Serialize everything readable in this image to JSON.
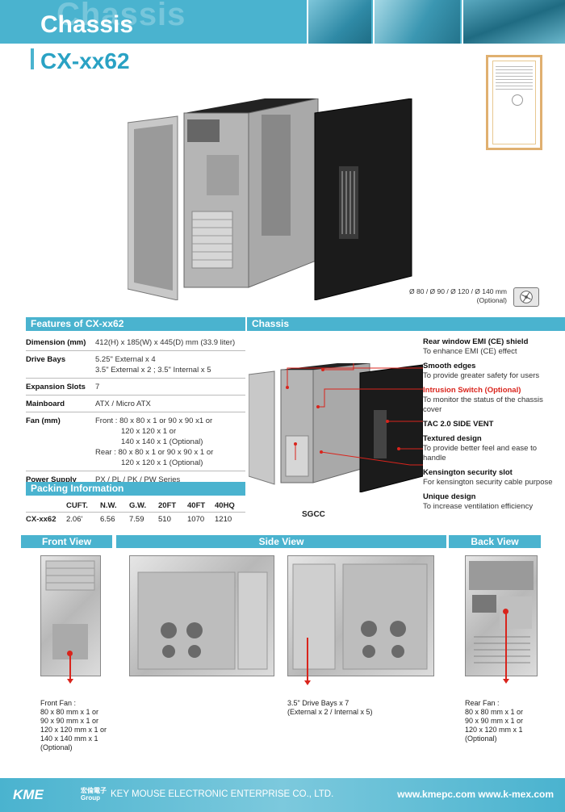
{
  "header": {
    "ghost_text": "Chassis",
    "title": "Chassis",
    "model": "CX-xx62"
  },
  "fan_size": {
    "line1": "Ø 80 / Ø 90 / Ø 120 / Ø 140 mm",
    "line2": "(Optional)"
  },
  "features": {
    "heading": "Features of CX-xx62",
    "rows": [
      {
        "label": "Dimension (mm)",
        "lines": [
          "412(H) x 185(W) x 445(D) mm (33.9 liter)"
        ]
      },
      {
        "label": "Drive Bays",
        "lines": [
          "5.25\" External x 4",
          "3.5\" External x 2 ; 3.5\" Internal x 5"
        ]
      },
      {
        "label": "Expansion Slots",
        "lines": [
          "7"
        ]
      },
      {
        "label": "Mainboard",
        "lines": [
          "ATX / Micro ATX"
        ]
      },
      {
        "label": "Fan (mm)",
        "lines": [
          "Front : 80 x 80 x 1 or 90 x 90 x1 or",
          "120 x 120 x 1 or",
          "140 x 140 x 1 (Optional)",
          "Rear : 80 x 80 x 1 or 90 x 90 x 1 or",
          "120 x 120 x 1 (Optional)"
        ]
      },
      {
        "label": "Power Supply",
        "lines": [
          "PX / PL / PK / PW Series"
        ]
      }
    ]
  },
  "packing": {
    "heading": "Packing Information",
    "columns": [
      "",
      "CUFT.",
      "N.W.",
      "G.W.",
      "20FT",
      "40FT",
      "40HQ"
    ],
    "rows": [
      [
        "CX-xx62",
        "2.06'",
        "6.56",
        "7.59",
        "510",
        "1070",
        "1210"
      ]
    ]
  },
  "chassis": {
    "heading": "Chassis",
    "material": "SGCC",
    "callouts": [
      {
        "title": "Rear window EMI (CE) shield",
        "desc": "To enhance EMI (CE) effect",
        "red": false
      },
      {
        "title": "Smooth edges",
        "desc": "To provide greater safety for users",
        "red": false
      },
      {
        "title": "Intrusion Switch (Optional)",
        "desc": "To monitor the status of the chassis cover",
        "red": true
      },
      {
        "title": "TAC 2.0 SIDE VENT",
        "desc": "",
        "red": false
      },
      {
        "title": "Textured design",
        "desc": "To provide better feel and ease to handle",
        "red": false
      },
      {
        "title": "Kensington security slot",
        "desc": "For kensington security cable purpose",
        "red": false
      },
      {
        "title": "Unique design",
        "desc": "To increase ventilation efficiency",
        "red": false
      }
    ]
  },
  "views": {
    "front": {
      "heading": "Front View",
      "caption": "Front Fan :\n80 x 80 mm x 1 or\n90 x 90 mm x 1 or\n120 x 120 mm x 1 or\n140 x 140 mm x 1\n(Optional)"
    },
    "side": {
      "heading": "Side View",
      "caption": "3.5\" Drive Bays x 7\n(External x 2 / Internal x 5)"
    },
    "back": {
      "heading": "Back View",
      "caption": "Rear Fan :\n80 x 80 mm x 1 or\n90 x 90 mm x 1 or\n120 x 120 mm x 1\n(Optional)"
    }
  },
  "footer": {
    "logo": "KME",
    "logo_sub_line1": "宏倫電子",
    "logo_sub_line2": "Group",
    "company": "KEY MOUSE ELECTRONIC ENTERPRISE CO., LTD.",
    "website": "www.kmepc.com   www.k-mex.com"
  },
  "colors": {
    "accent": "#4ab3cf",
    "highlight_red": "#d9241c"
  }
}
